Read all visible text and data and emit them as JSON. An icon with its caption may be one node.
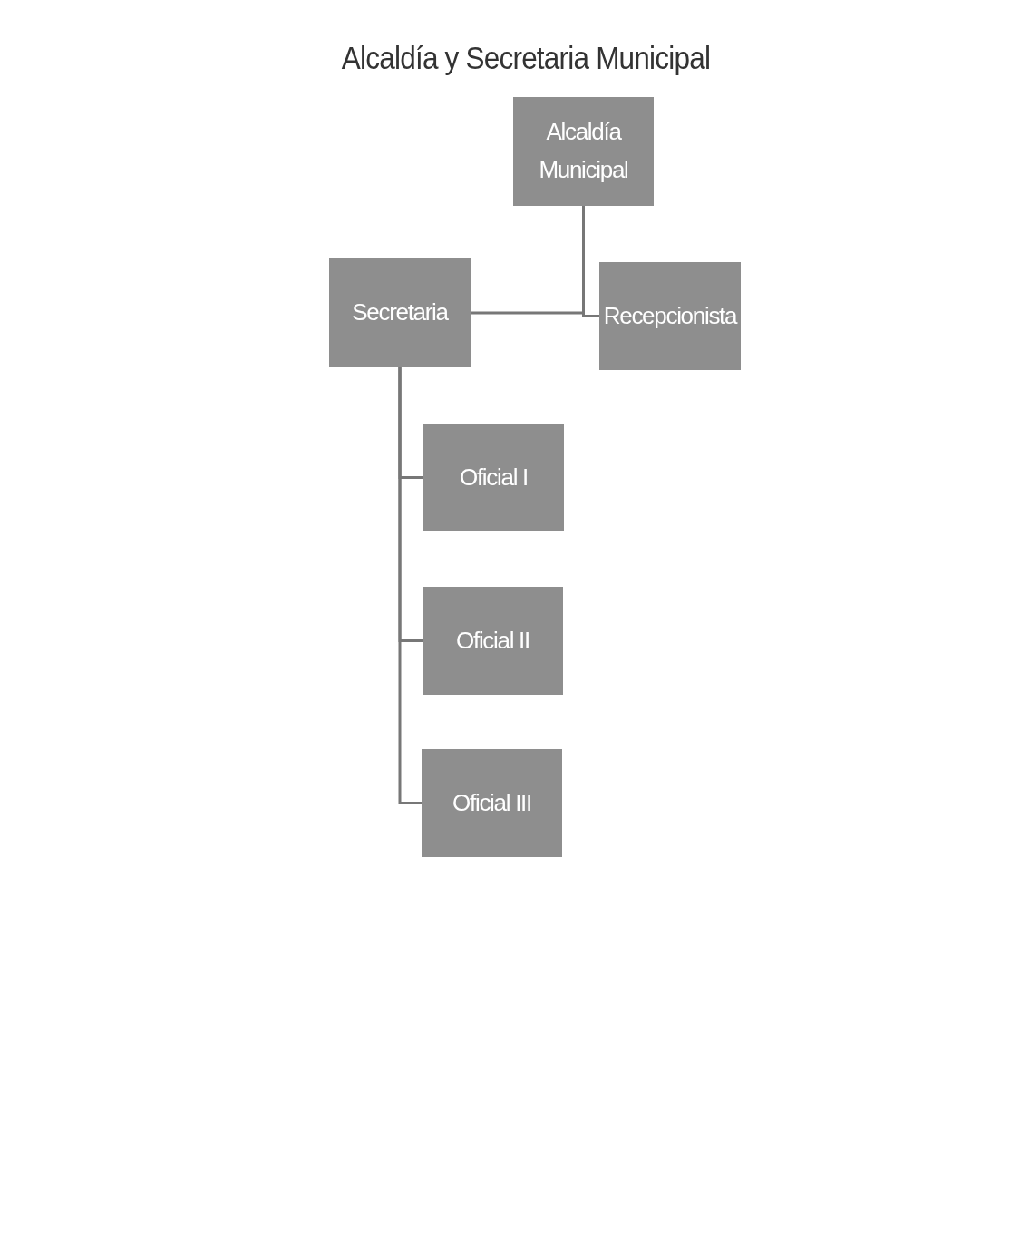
{
  "diagram": {
    "title": "Alcaldía y Secretaria Municipal",
    "nodes": [
      {
        "text": [
          "Alcaldía Municipal"
        ]
      },
      {
        "text": [
          "Secretaria"
        ]
      },
      {
        "text": [
          "Recepcionista"
        ]
      },
      {
        "text": [
          "Oficial I"
        ]
      },
      {
        "text": [
          "Oficial II"
        ]
      },
      {
        "text": [
          "Oficial III"
        ]
      }
    ],
    "edges": [
      {
        "from": 0,
        "to": 1,
        "arrow": "none"
      },
      {
        "from": 0,
        "to": 2,
        "arrow": "none"
      },
      {
        "from": 1,
        "to": 3,
        "arrow": "none"
      },
      {
        "from": 1,
        "to": 4,
        "arrow": "none"
      },
      {
        "from": 1,
        "to": 5,
        "arrow": "none"
      }
    ]
  }
}
